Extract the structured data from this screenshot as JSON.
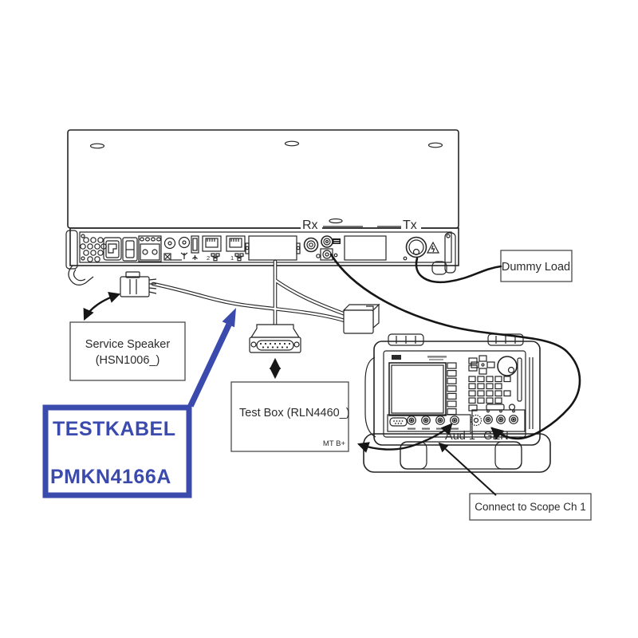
{
  "labels": {
    "rx": "Rx",
    "tx": "Tx",
    "dummy_load": "Dummy Load",
    "service_speaker_line1": "Service Speaker",
    "service_speaker_line2": "(HSN1006_)",
    "test_box": "Test Box (RLN4460_)",
    "mt_b_plus": "MT B+",
    "aud1": "Aud 1",
    "gen": "GEN",
    "connect_scope": "Connect to Scope Ch 1",
    "testkabel_line1": "TESTKABEL",
    "testkabel_line2": "PMKN4166A",
    "eth_port_2": "2",
    "eth_port_1": "1"
  },
  "colors": {
    "highlight_blue": "#3b4aad",
    "line": "#242424"
  }
}
